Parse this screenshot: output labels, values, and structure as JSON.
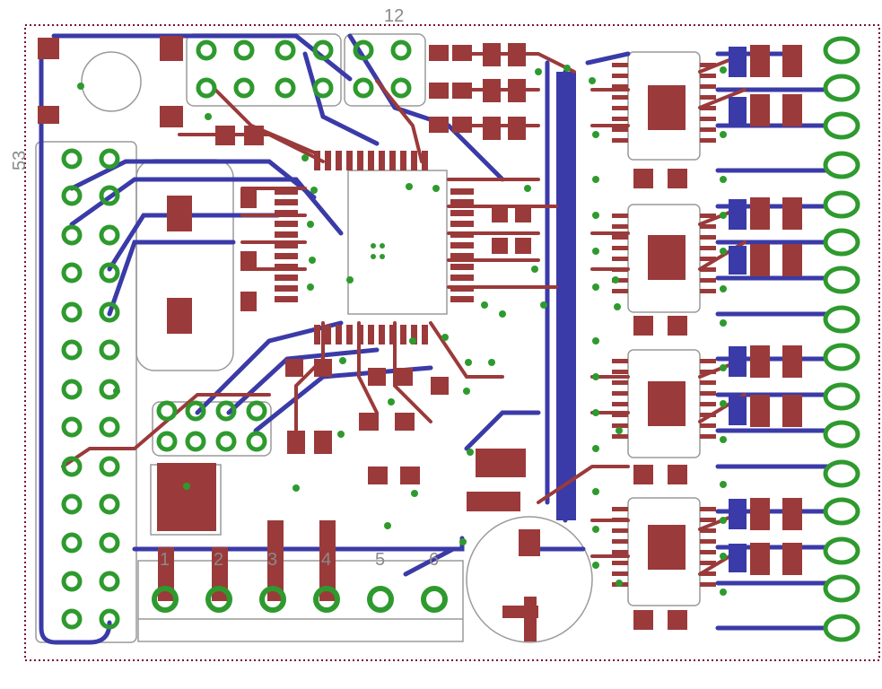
{
  "board": {
    "header_number": "12",
    "side_label": "53",
    "terminal_labels": [
      "1",
      "2",
      "3",
      "4",
      "5",
      "6"
    ]
  },
  "colors": {
    "background": "#ffffff",
    "top_copper": "#9b3a3a",
    "bottom_copper": "#3a3aa8",
    "via_ring": "#2e9a2e",
    "outline": "#9a9a9a",
    "board_edge": "#7a1030"
  }
}
